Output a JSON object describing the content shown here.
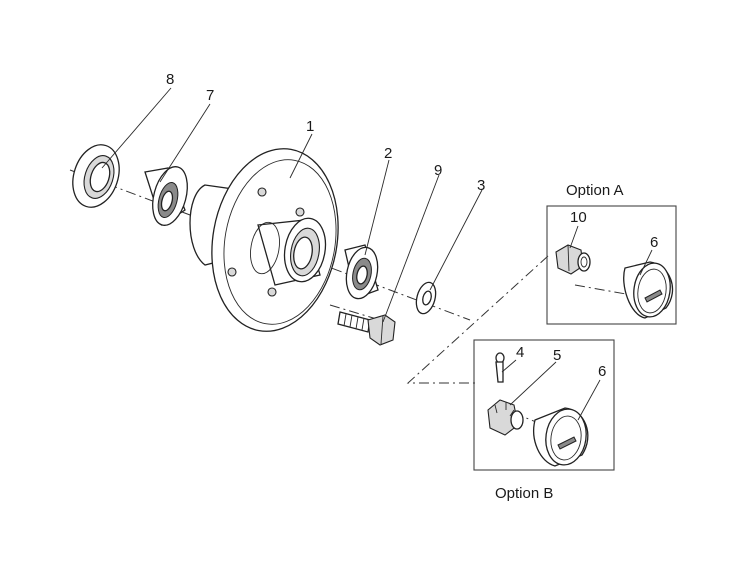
{
  "callouts": {
    "c1": "1",
    "c2": "2",
    "c3": "3",
    "c4": "4",
    "c5": "5",
    "c6a": "6",
    "c6b": "6",
    "c7": "7",
    "c8": "8",
    "c9": "9",
    "c10": "10"
  },
  "options": {
    "a": "Option A",
    "b": "Option B"
  }
}
